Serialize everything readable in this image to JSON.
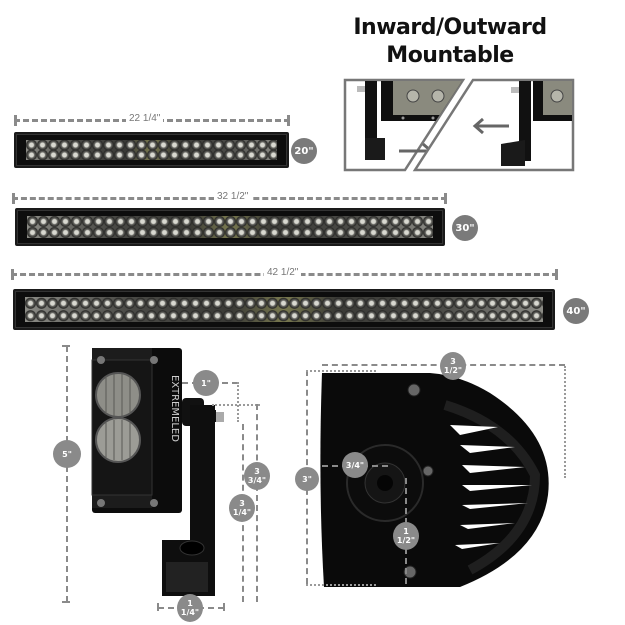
{
  "header": {
    "title_line1": "Inward/Outward",
    "title_line2": "Mountable"
  },
  "mount_panel": {
    "left_arrow_direction": "→",
    "right_arrow_direction": "←",
    "brand_text": "EXTREMELED"
  },
  "bars": [
    {
      "size": "20\"",
      "length": "22 1/4\""
    },
    {
      "size": "30\"",
      "length": "32 1/2\""
    },
    {
      "size": "40\"",
      "length": "42 1/2\""
    }
  ],
  "side_view": {
    "brand_text": "EXTREMELED",
    "total_height": "5\"",
    "bracket_offset": "1\"",
    "bracket_height_outer": [
      "3",
      "3/4\""
    ],
    "bracket_height_inner": [
      "3",
      "1/4\""
    ],
    "foot_width": [
      "1",
      "1/4\""
    ]
  },
  "end_view": {
    "width": [
      "3",
      "1/2\""
    ],
    "height": "3\"",
    "bolt_offset": "3/4\"",
    "bolt_height": [
      "1",
      "1/2\""
    ]
  },
  "colors": {
    "dimension_gray": "#8a8a8a",
    "badge_gray": "#7a7a7a",
    "housing_black": "#0d0d0d"
  }
}
